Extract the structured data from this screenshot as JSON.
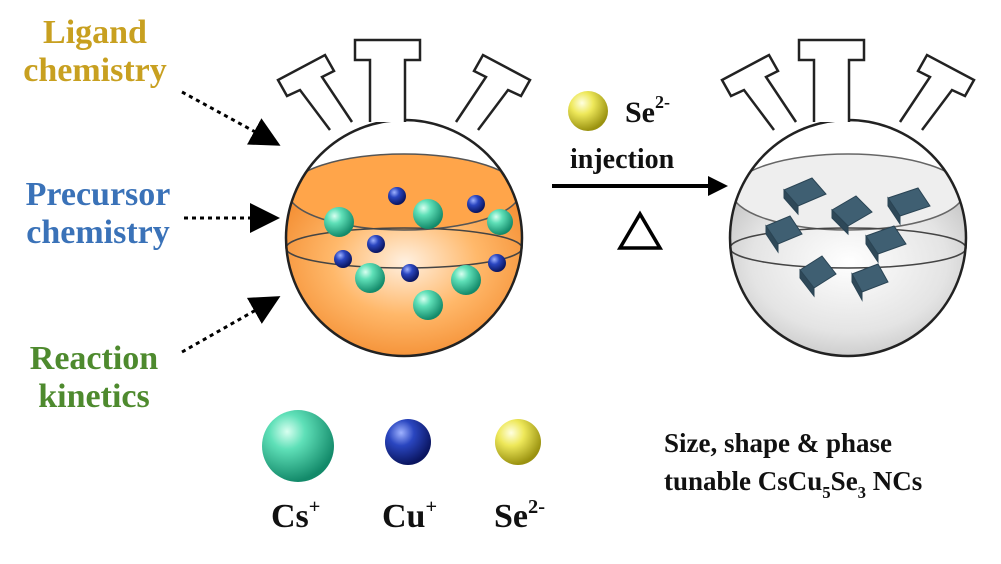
{
  "factors": {
    "ligand": [
      "Ligand",
      "chemistry"
    ],
    "precursor": [
      "Precursor",
      "chemistry"
    ],
    "reaction": [
      "Reaction",
      "kinetics"
    ]
  },
  "reaction_step": {
    "reagent_base": "Se",
    "reagent_charge": "2-",
    "action": "injection",
    "heat_symbol": "△"
  },
  "legend": [
    {
      "base": "Cs",
      "charge": "+",
      "color": "#3fd0a8"
    },
    {
      "base": "Cu",
      "charge": "+",
      "color": "#1c3aa8"
    },
    {
      "base": "Se",
      "charge": "2-",
      "color": "#e8e24a"
    }
  ],
  "product": {
    "line1": "Size, shape & phase",
    "line2_prefix": "tunable CsCu",
    "sub1": "5",
    "mid": "Se",
    "sub2": "3",
    "suffix": " NCs"
  },
  "colors": {
    "ligand": "#c8a020",
    "precursor": "#3a72b8",
    "reaction": "#4e8a2e",
    "solution": "#f5963a",
    "crystal": "#3f5f72"
  }
}
